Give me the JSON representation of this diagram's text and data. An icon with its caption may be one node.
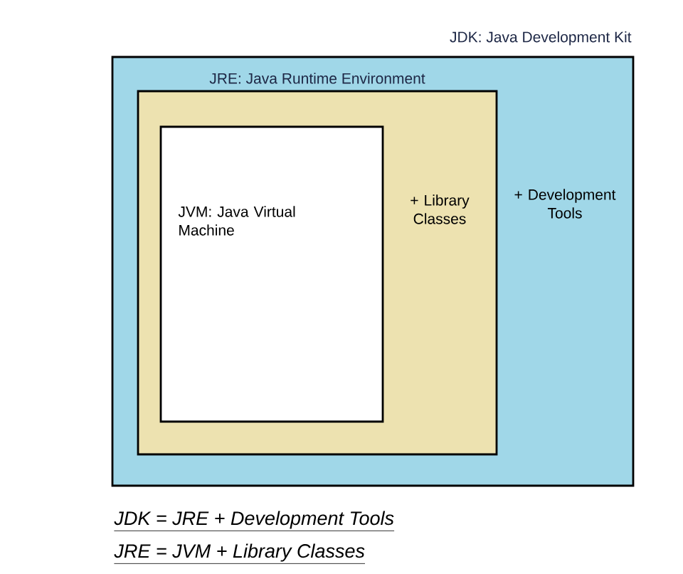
{
  "diagram": {
    "nodes": [
      {
        "text": [
          "JDK: Java Development Kit",
          "+ Development Tools"
        ]
      },
      {
        "text": [
          "JRE: Java Runtime Environment",
          "+ Library Classes"
        ],
        "in": 0
      },
      {
        "text": [
          "JVM: Java Virtual Machine"
        ],
        "in": 1
      }
    ],
    "labels": [
      "JDK = JRE + Development Tools",
      "JRE = JVM + Library Classes"
    ]
  }
}
